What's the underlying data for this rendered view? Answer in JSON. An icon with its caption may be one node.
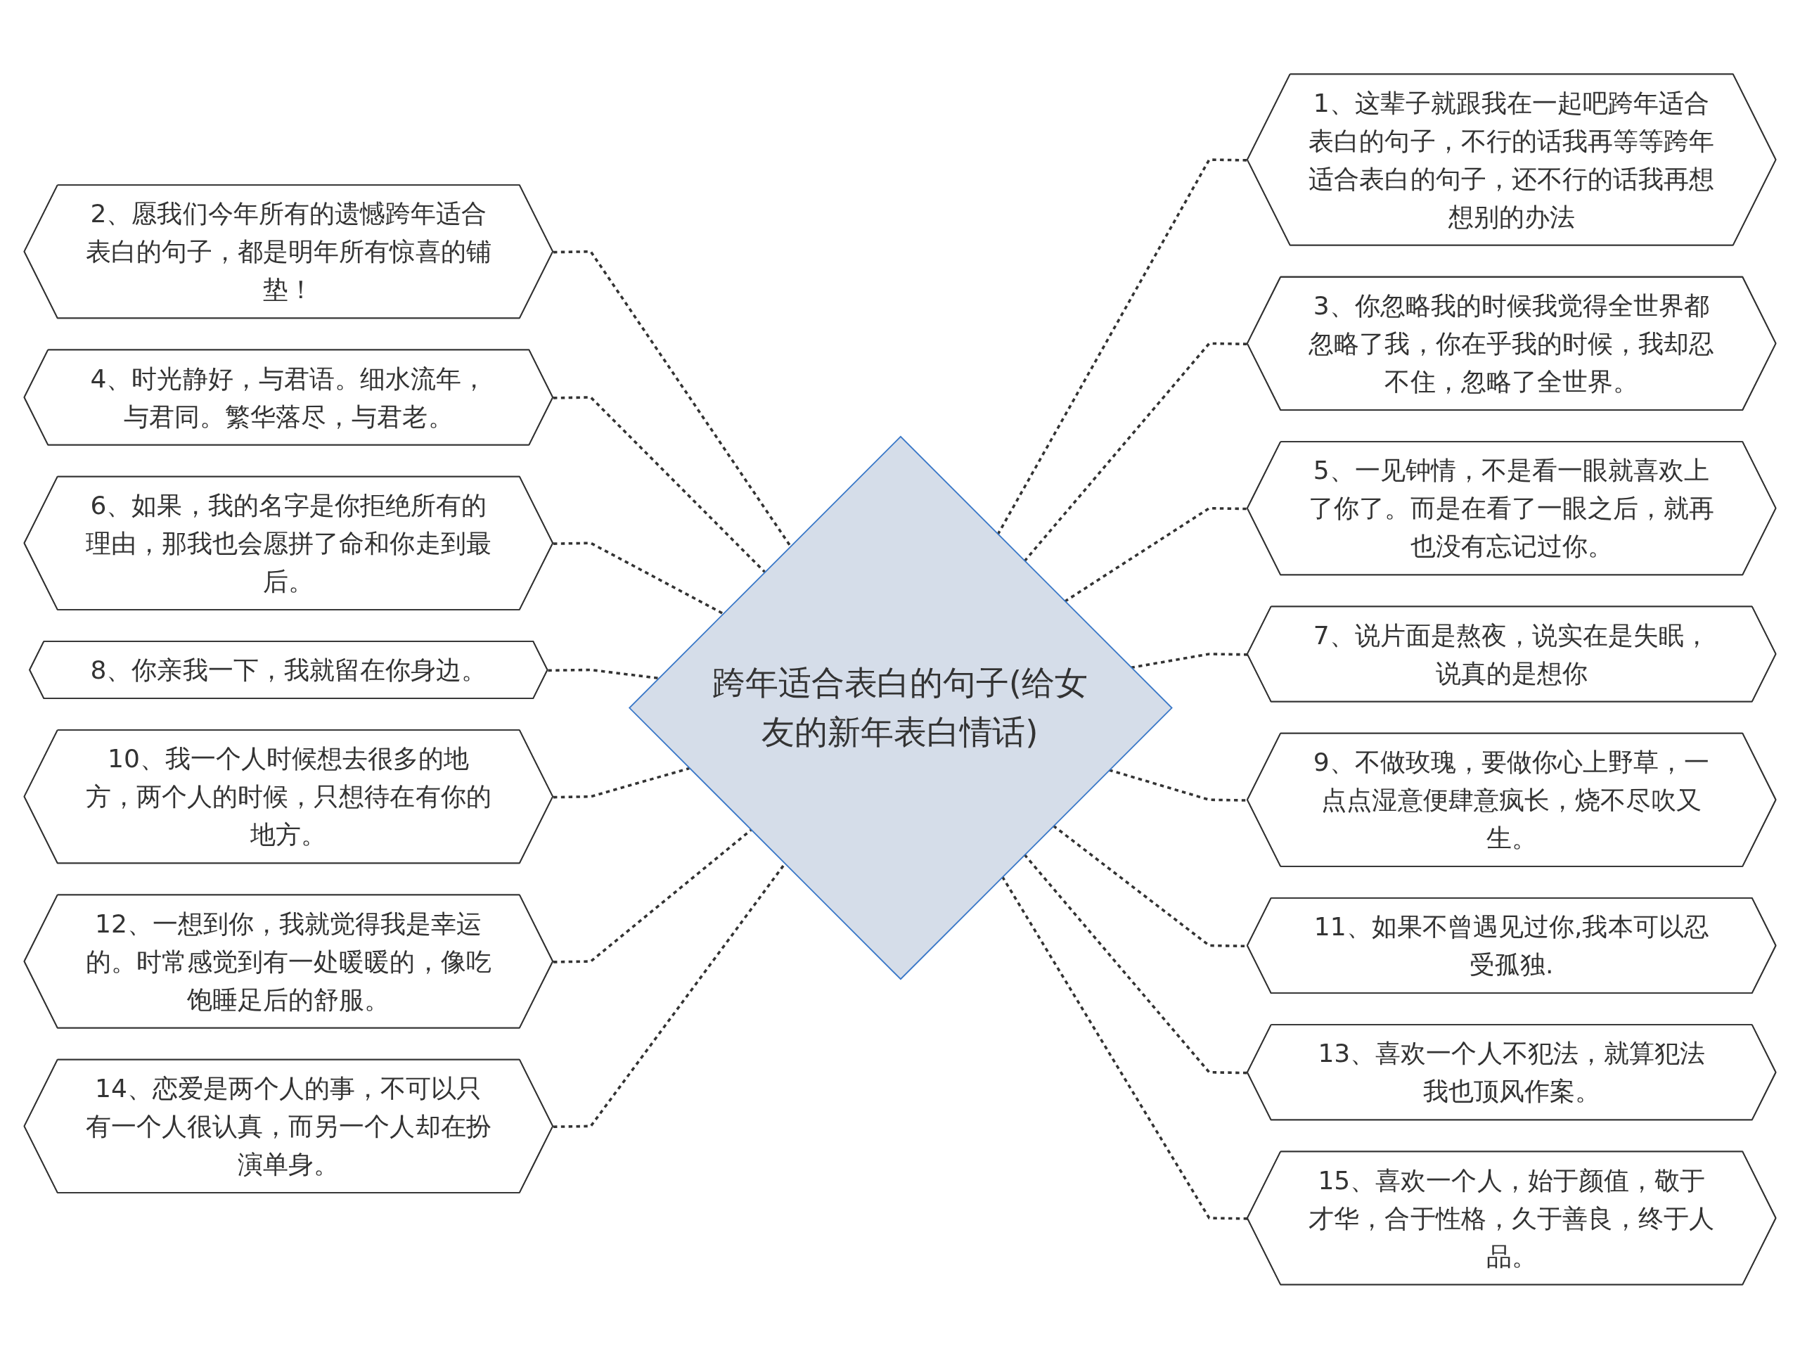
{
  "diagram": {
    "nodes": [
      {
        "text": [
          "跨年适合表白的句子(给女友的新年表白情话)"
        ]
      },
      {
        "text": [
          "1、这辈子就跟我在一起吧跨年适合表白的句子，不行的话我再等等跨年适合表白的句子，还不行的话我再想想别的办法"
        ]
      },
      {
        "text": [
          "2、愿我们今年所有的遗憾跨年适合表白的句子，都是明年所有惊喜的铺垫！"
        ]
      },
      {
        "text": [
          "3、你忽略我的时候我觉得全世界都忽略了我，你在乎我的时候，我却忍不住，忽略了全世界。"
        ]
      },
      {
        "text": [
          "4、时光静好，与君语。细水流年，与君同。繁华落尽，与君老。"
        ]
      },
      {
        "text": [
          "5、一见钟情，不是看一眼就喜欢上了你了。而是在看了一眼之后，就再也没有忘记过你。"
        ]
      },
      {
        "text": [
          "6、如果，我的名字是你拒绝所有的理由，那我也会愿拼了命和你走到最后。"
        ]
      },
      {
        "text": [
          "7、说片面是熬夜，说实在是失眠，说真的是想你"
        ]
      },
      {
        "text": [
          "8、你亲我一下，我就留在你身边。"
        ]
      },
      {
        "text": [
          "9、不做玫瑰，要做你心上野草，一点点湿意便肆意疯长，烧不尽吹又生。"
        ]
      },
      {
        "text": [
          "10、我一个人时候想去很多的地方，两个人的时候，只想待在有你的地方。"
        ]
      },
      {
        "text": [
          "11、如果不曾遇见过你,我本可以忍受孤独."
        ]
      },
      {
        "text": [
          "12、一想到你，我就觉得我是幸运的。时常感觉到有一处暖暖的，像吃饱睡足后的舒服。"
        ]
      },
      {
        "text": [
          "13、喜欢一个人不犯法，就算犯法我也顶风作案。"
        ]
      },
      {
        "text": [
          "14、恋爱是两个人的事，不可以只有一个人很认真，而另一个人却在扮演单身。"
        ]
      },
      {
        "text": [
          "15、喜欢一个人，始于颜值，敬于才华，合于性格，久于善良，终于人品。"
        ]
      }
    ],
    "edges": [
      {
        "from": 0,
        "to": 1,
        "arrow": "none",
        "style": "dashed"
      },
      {
        "from": 0,
        "to": 2,
        "arrow": "none",
        "style": "dashed"
      },
      {
        "from": 0,
        "to": 3,
        "arrow": "none",
        "style": "dashed"
      },
      {
        "from": 0,
        "to": 4,
        "arrow": "none",
        "style": "dashed"
      },
      {
        "from": 0,
        "to": 5,
        "arrow": "none",
        "style": "dashed"
      },
      {
        "from": 0,
        "to": 6,
        "arrow": "none",
        "style": "dashed"
      },
      {
        "from": 0,
        "to": 7,
        "arrow": "none",
        "style": "dashed"
      },
      {
        "from": 0,
        "to": 8,
        "arrow": "none",
        "style": "dashed"
      },
      {
        "from": 0,
        "to": 9,
        "arrow": "none",
        "style": "dashed"
      },
      {
        "from": 0,
        "to": 10,
        "arrow": "none",
        "style": "dashed"
      },
      {
        "from": 0,
        "to": 11,
        "arrow": "none",
        "style": "dashed"
      },
      {
        "from": 0,
        "to": 12,
        "arrow": "none",
        "style": "dashed"
      },
      {
        "from": 0,
        "to": 13,
        "arrow": "none",
        "style": "dashed"
      },
      {
        "from": 0,
        "to": 14,
        "arrow": "none",
        "style": "dashed"
      },
      {
        "from": 0,
        "to": 15,
        "arrow": "none",
        "style": "dashed"
      }
    ]
  }
}
